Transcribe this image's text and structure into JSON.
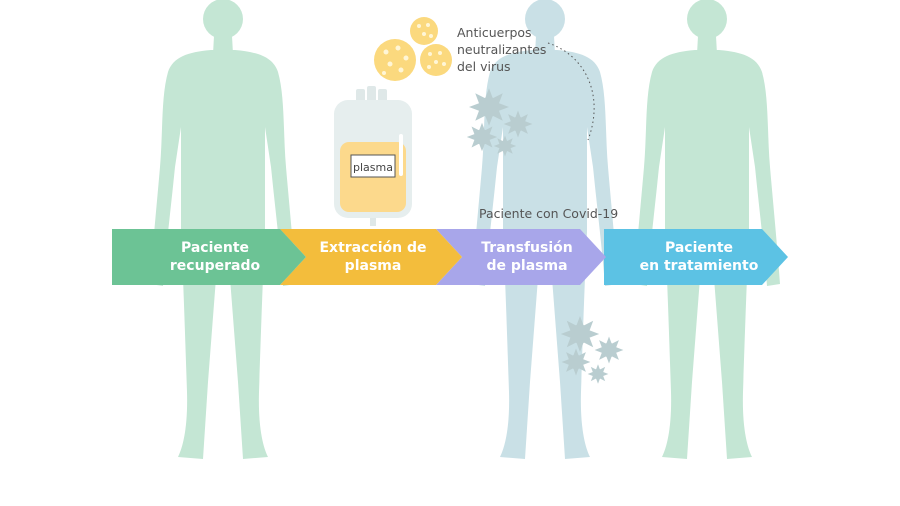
{
  "colors": {
    "figure_green": "#c4e6d4",
    "figure_blue": "#c9e0e6",
    "step1": "#6cc395",
    "step2": "#f3bd3c",
    "step3": "#a8a6ea",
    "step4": "#5cc2e4",
    "antibody": "#fbd97e",
    "virus": "#b9cdd0"
  },
  "labels": {
    "antibodies": [
      "Anticuerpos",
      "neutralizantes",
      "del virus"
    ],
    "covid_patient": "Paciente con Covid-19",
    "bag": "plasma"
  },
  "steps": [
    {
      "line1": "Paciente",
      "line2": "recuperado"
    },
    {
      "line1": "Extracción de",
      "line2": "plasma"
    },
    {
      "line1": "Transfusión",
      "line2": "de plasma"
    },
    {
      "line1": "Paciente",
      "line2": "en tratamiento"
    }
  ]
}
